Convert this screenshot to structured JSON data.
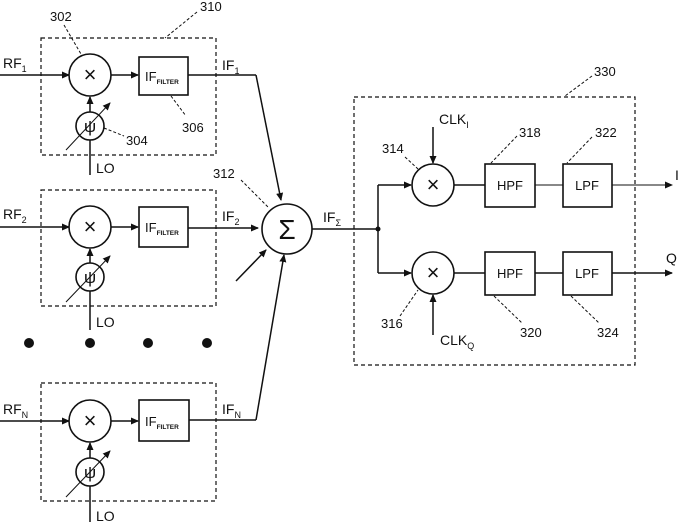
{
  "diagram": {
    "channels": [
      {
        "rf_label": "RF",
        "rf_sub": "1",
        "if_label": "IF",
        "if_sub": "1",
        "lo_label": "LO",
        "mixer_symbol": "×",
        "phase_symbol": "ψ",
        "filter_label": "IF",
        "filter_sub": "FILTER"
      },
      {
        "rf_label": "RF",
        "rf_sub": "2",
        "if_label": "IF",
        "if_sub": "2",
        "lo_label": "LO",
        "mixer_symbol": "×",
        "phase_symbol": "ψ",
        "filter_label": "IF",
        "filter_sub": "FILTER"
      },
      {
        "rf_label": "RF",
        "rf_sub": "N",
        "if_label": "IF",
        "if_sub": "N",
        "lo_label": "LO",
        "mixer_symbol": "×",
        "phase_symbol": "ψ",
        "filter_label": "IF",
        "filter_sub": "FILTER"
      }
    ],
    "refs": {
      "mixer": "302",
      "phase_shifter": "304",
      "if_filter": "306",
      "channel_block": "310",
      "summer": "312",
      "i_mixer": "314",
      "q_mixer": "316",
      "i_hpf": "318",
      "q_hpf": "320",
      "i_lpf": "322",
      "q_lpf": "324",
      "demod_block": "330"
    },
    "summer": {
      "symbol": "Σ",
      "out_label": "IF",
      "out_sub": "Σ"
    },
    "demod": {
      "clk_i_label": "CLK",
      "clk_i_sub": "I",
      "clk_q_label": "CLK",
      "clk_q_sub": "Q",
      "hpf_label": "HPF",
      "lpf_label": "LPF",
      "i_out": "I",
      "q_out": "Q",
      "mixer_symbol": "×"
    }
  }
}
